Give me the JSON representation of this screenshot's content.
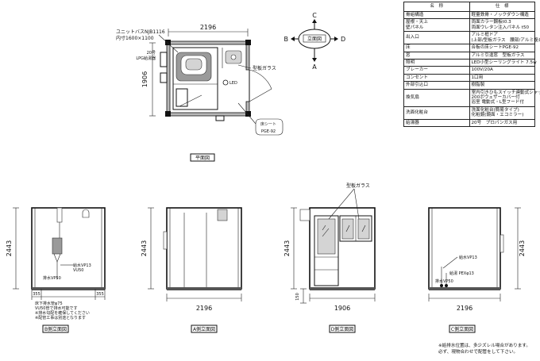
{
  "spec_table": {
    "header_item": "名　称",
    "header_value": "仕　様",
    "rows": [
      {
        "item": "骨組構造",
        "lines": [
          "軽量鉄骨・ノックダウン構造"
        ]
      },
      {
        "item": "屋根・天上\n壁パネル",
        "lines": [
          "両面カラー鋼板t0.3",
          "両面ウレタン注入パネル t50"
        ]
      },
      {
        "item": "出入口",
        "lines": [
          "アルミ框ドア",
          "(上部/型板ガラス　腰部/アルミ複合板)"
        ]
      },
      {
        "item": "床",
        "lines": [
          "合板の床シートPGE-92"
        ]
      },
      {
        "item": "窓",
        "lines": [
          "アルミ引違窓　型板ガラス"
        ]
      },
      {
        "item": "照明",
        "lines": [
          "LED小型シーリングライト 7.5w"
        ]
      },
      {
        "item": "ブレーカー",
        "lines": [
          "100V/20A"
        ]
      },
      {
        "item": "コンセント",
        "lines": [
          "1口用"
        ]
      },
      {
        "item": "外部引込口",
        "lines": [
          "樹脂製"
        ]
      },
      {
        "item": "換気扇",
        "lines": [
          "室内引きひもスイッチ連動式シャッター",
          "200ボウェザーカバー付",
          "浴室 電動式・L型フード付"
        ]
      },
      {
        "item": "洗面化粧台",
        "lines": [
          "洗面化粧台(簡易タイプ)",
          "化粧鏡(鏡面・エコミラー)"
        ]
      },
      {
        "item": "給湯器",
        "lines": [
          "20号　プロパンガス用"
        ]
      }
    ]
  },
  "plan_view": {
    "width_dim": "2196",
    "depth_dim": "1906",
    "unitbath_label": "ユニットバスNJB1116",
    "inner_size_label": "内寸1600×1100",
    "window_label": "型板ガラス",
    "led_label": "LED",
    "floor_label_line1": "床シート",
    "floor_label_line2": "PGE-92",
    "side_note_line1": "20号",
    "side_note_line2": "LPG給湯器",
    "caption": "平面図"
  },
  "compass": {
    "center": "立面図",
    "top": "C",
    "bottom": "A",
    "left": "B",
    "right": "D"
  },
  "elevations": [
    {
      "caption": "B側立面図",
      "height_dim": "2443",
      "dim_left": "355",
      "dim_right": "355",
      "label_drain": "排水VP50",
      "label_supply": "給水VP13",
      "label_supply_size": "VU50",
      "note_line1": "床下排水管φ75",
      "note_line2": "VU50管で排水可能です",
      "note_line3": "※排水勾配を確保してください",
      "note_line4": "※配管工事は別途となります"
    },
    {
      "caption": "A側立面図",
      "height_dim": "2443",
      "width_dim": "2196"
    },
    {
      "caption": "D側立面図",
      "height_dim": "2443",
      "width_dim": "1906",
      "base_dim": "150",
      "window_label": "型板ガラス"
    },
    {
      "caption": "C側立面図",
      "height_dim": "2443",
      "width_dim": "2196",
      "label_supply": "給水VP13",
      "label_outlet": "給湯 PEXφ13",
      "label_drain": "排水VP50"
    }
  ],
  "note": {
    "line1": "※給排水位置は、多少ズレル場合があります。",
    "line2": "必ず、現物合わせで配管をして下さい。"
  }
}
